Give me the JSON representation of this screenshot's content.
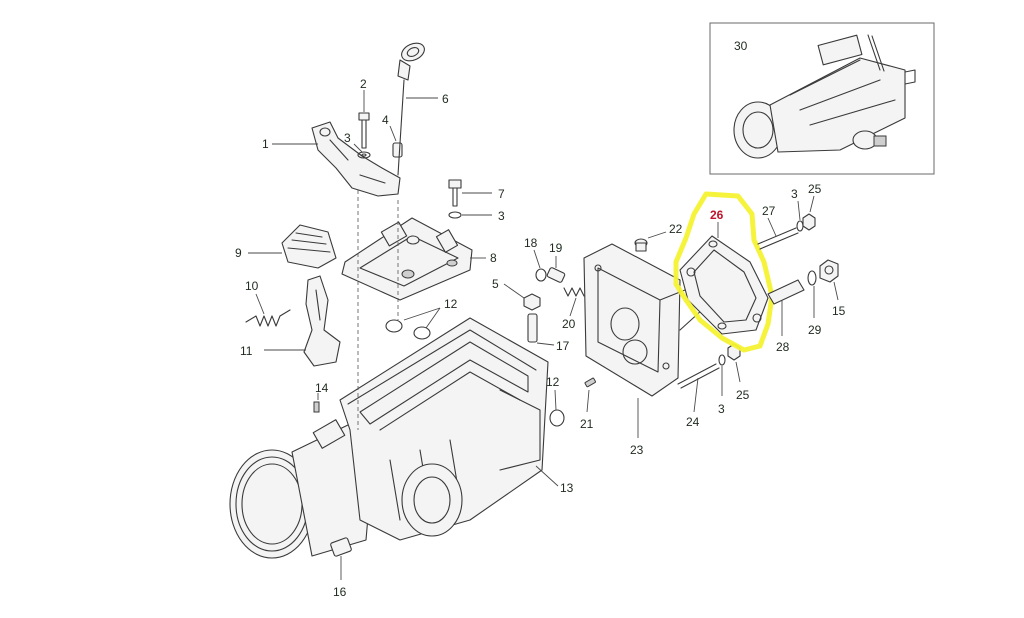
{
  "diagram": {
    "highlight_color": "#f5f232",
    "highlighted_part": "26",
    "label_color": "#1f2a1f",
    "highlight_label_color": "#c0132b",
    "callouts": [
      {
        "id": "1",
        "text": "1"
      },
      {
        "id": "2",
        "text": "2"
      },
      {
        "id": "3a",
        "text": "3"
      },
      {
        "id": "4",
        "text": "4"
      },
      {
        "id": "6",
        "text": "6"
      },
      {
        "id": "7",
        "text": "7"
      },
      {
        "id": "3b",
        "text": "3"
      },
      {
        "id": "8",
        "text": "8"
      },
      {
        "id": "9",
        "text": "9"
      },
      {
        "id": "10",
        "text": "10"
      },
      {
        "id": "11",
        "text": "11"
      },
      {
        "id": "12a",
        "text": "12"
      },
      {
        "id": "12b",
        "text": "12"
      },
      {
        "id": "13",
        "text": "13"
      },
      {
        "id": "14",
        "text": "14"
      },
      {
        "id": "16",
        "text": "16"
      },
      {
        "id": "5",
        "text": "5"
      },
      {
        "id": "17",
        "text": "17"
      },
      {
        "id": "18",
        "text": "18"
      },
      {
        "id": "19",
        "text": "19"
      },
      {
        "id": "20",
        "text": "20"
      },
      {
        "id": "21",
        "text": "21"
      },
      {
        "id": "22",
        "text": "22"
      },
      {
        "id": "23",
        "text": "23"
      },
      {
        "id": "24",
        "text": "24"
      },
      {
        "id": "3c",
        "text": "3"
      },
      {
        "id": "25a",
        "text": "25"
      },
      {
        "id": "26",
        "text": "26"
      },
      {
        "id": "27",
        "text": "27"
      },
      {
        "id": "3d",
        "text": "3"
      },
      {
        "id": "25b",
        "text": "25"
      },
      {
        "id": "15",
        "text": "15"
      },
      {
        "id": "28",
        "text": "28"
      },
      {
        "id": "29",
        "text": "29"
      },
      {
        "id": "30",
        "text": "30"
      }
    ]
  }
}
